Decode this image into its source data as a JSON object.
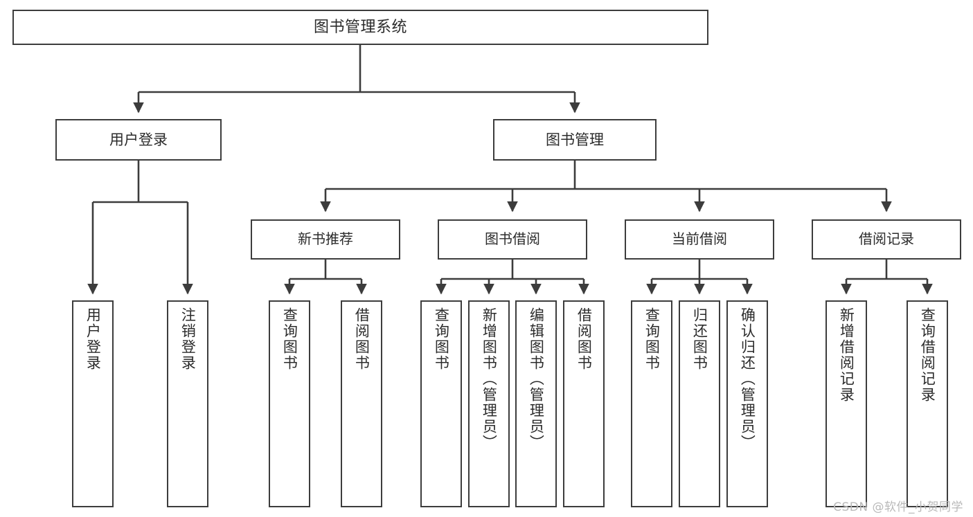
{
  "diagram": {
    "title_node": {
      "label": "图书管理系统"
    },
    "level2": [
      {
        "id": "user-login",
        "label": "用户登录"
      },
      {
        "id": "book-manage",
        "label": "图书管理"
      }
    ],
    "level3": [
      {
        "id": "new-book-recommend",
        "label": "新书推荐"
      },
      {
        "id": "book-borrow",
        "label": "图书借阅"
      },
      {
        "id": "current-borrow",
        "label": "当前借阅"
      },
      {
        "id": "borrow-record",
        "label": "借阅记录"
      }
    ],
    "leaves": [
      {
        "id": "leaf-user-login",
        "label": "用户登录"
      },
      {
        "id": "leaf-logout-login",
        "label": "注销登录"
      },
      {
        "id": "leaf-query-book-1",
        "label": "查询图书"
      },
      {
        "id": "leaf-borrow-book-1",
        "label": "借阅图书"
      },
      {
        "id": "leaf-query-book-2",
        "label": "查询图书"
      },
      {
        "id": "leaf-add-book-admin",
        "label": "新增图书（管理员）"
      },
      {
        "id": "leaf-edit-book-admin",
        "label": "编辑图书（管理员）"
      },
      {
        "id": "leaf-borrow-book-2",
        "label": "借阅图书"
      },
      {
        "id": "leaf-query-book-3",
        "label": "查询图书"
      },
      {
        "id": "leaf-return-book",
        "label": "归还图书"
      },
      {
        "id": "leaf-confirm-return-admin",
        "label": "确认归还（管理员）"
      },
      {
        "id": "leaf-add-borrow-record",
        "label": "新增借阅记录"
      },
      {
        "id": "leaf-query-borrow-record",
        "label": "查询借阅记录"
      }
    ],
    "watermark": "CSDN @软件_小贺同学",
    "colors": {
      "border": "#3c3c3c",
      "connector": "#3c3c3c",
      "text": "#2b2b2b",
      "background": "#ffffff",
      "watermark": "#b9b9b9"
    }
  }
}
